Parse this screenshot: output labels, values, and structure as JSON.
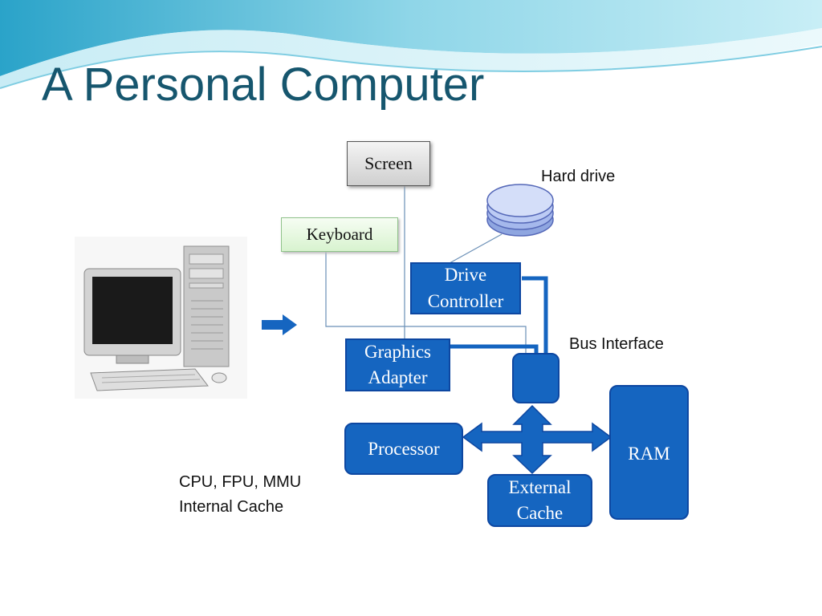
{
  "slide": {
    "title": "A Personal Computer"
  },
  "diagram": {
    "screen": "Screen",
    "keyboard": "Keyboard",
    "hard_drive": "Hard drive",
    "drive_controller": "Drive\nController",
    "graphics_adapter": "Graphics\nAdapter",
    "bus_interface": "Bus Interface",
    "processor": "Processor",
    "ram": "RAM",
    "external_cache": "External\nCache",
    "cpu_note": "CPU, FPU, MMU\nInternal Cache"
  },
  "colors": {
    "title": "#16566e",
    "box_fill": "#1565c0",
    "keyboard_fill": "#e8f8e4",
    "screen_fill": "#e0e0e0"
  }
}
